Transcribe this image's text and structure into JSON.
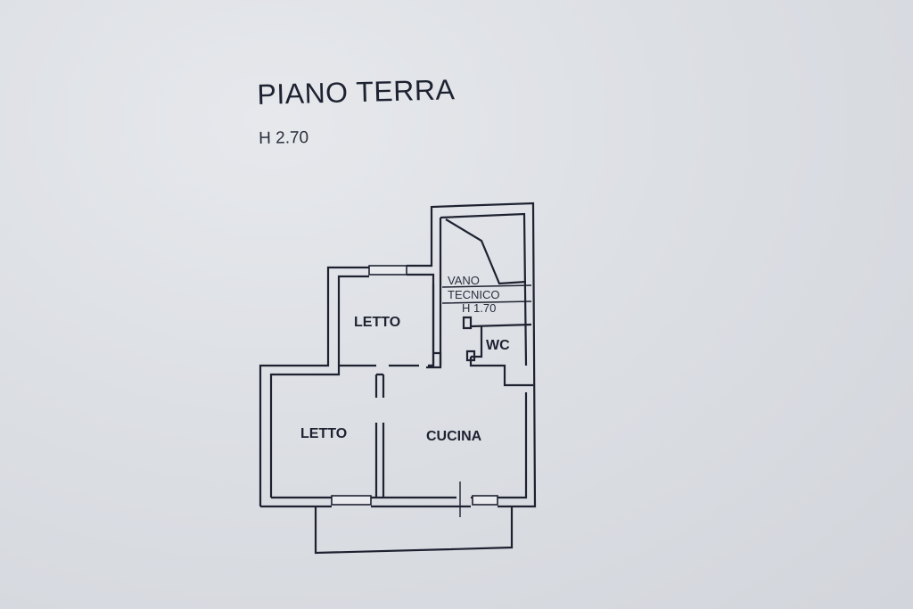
{
  "plan": {
    "title": "PIANO TERRA",
    "height_label": "H 2.70"
  },
  "rooms": {
    "letto_top": "LETTO",
    "letto_bottom": "LETTO",
    "cucina": "CUCINA",
    "wc": "WC",
    "vano_line1": "VANO",
    "vano_line2": "TECNICO",
    "vano_height": "H 1.70"
  },
  "colors": {
    "paper": "#dcdfe4",
    "ink": "#1e2230"
  }
}
